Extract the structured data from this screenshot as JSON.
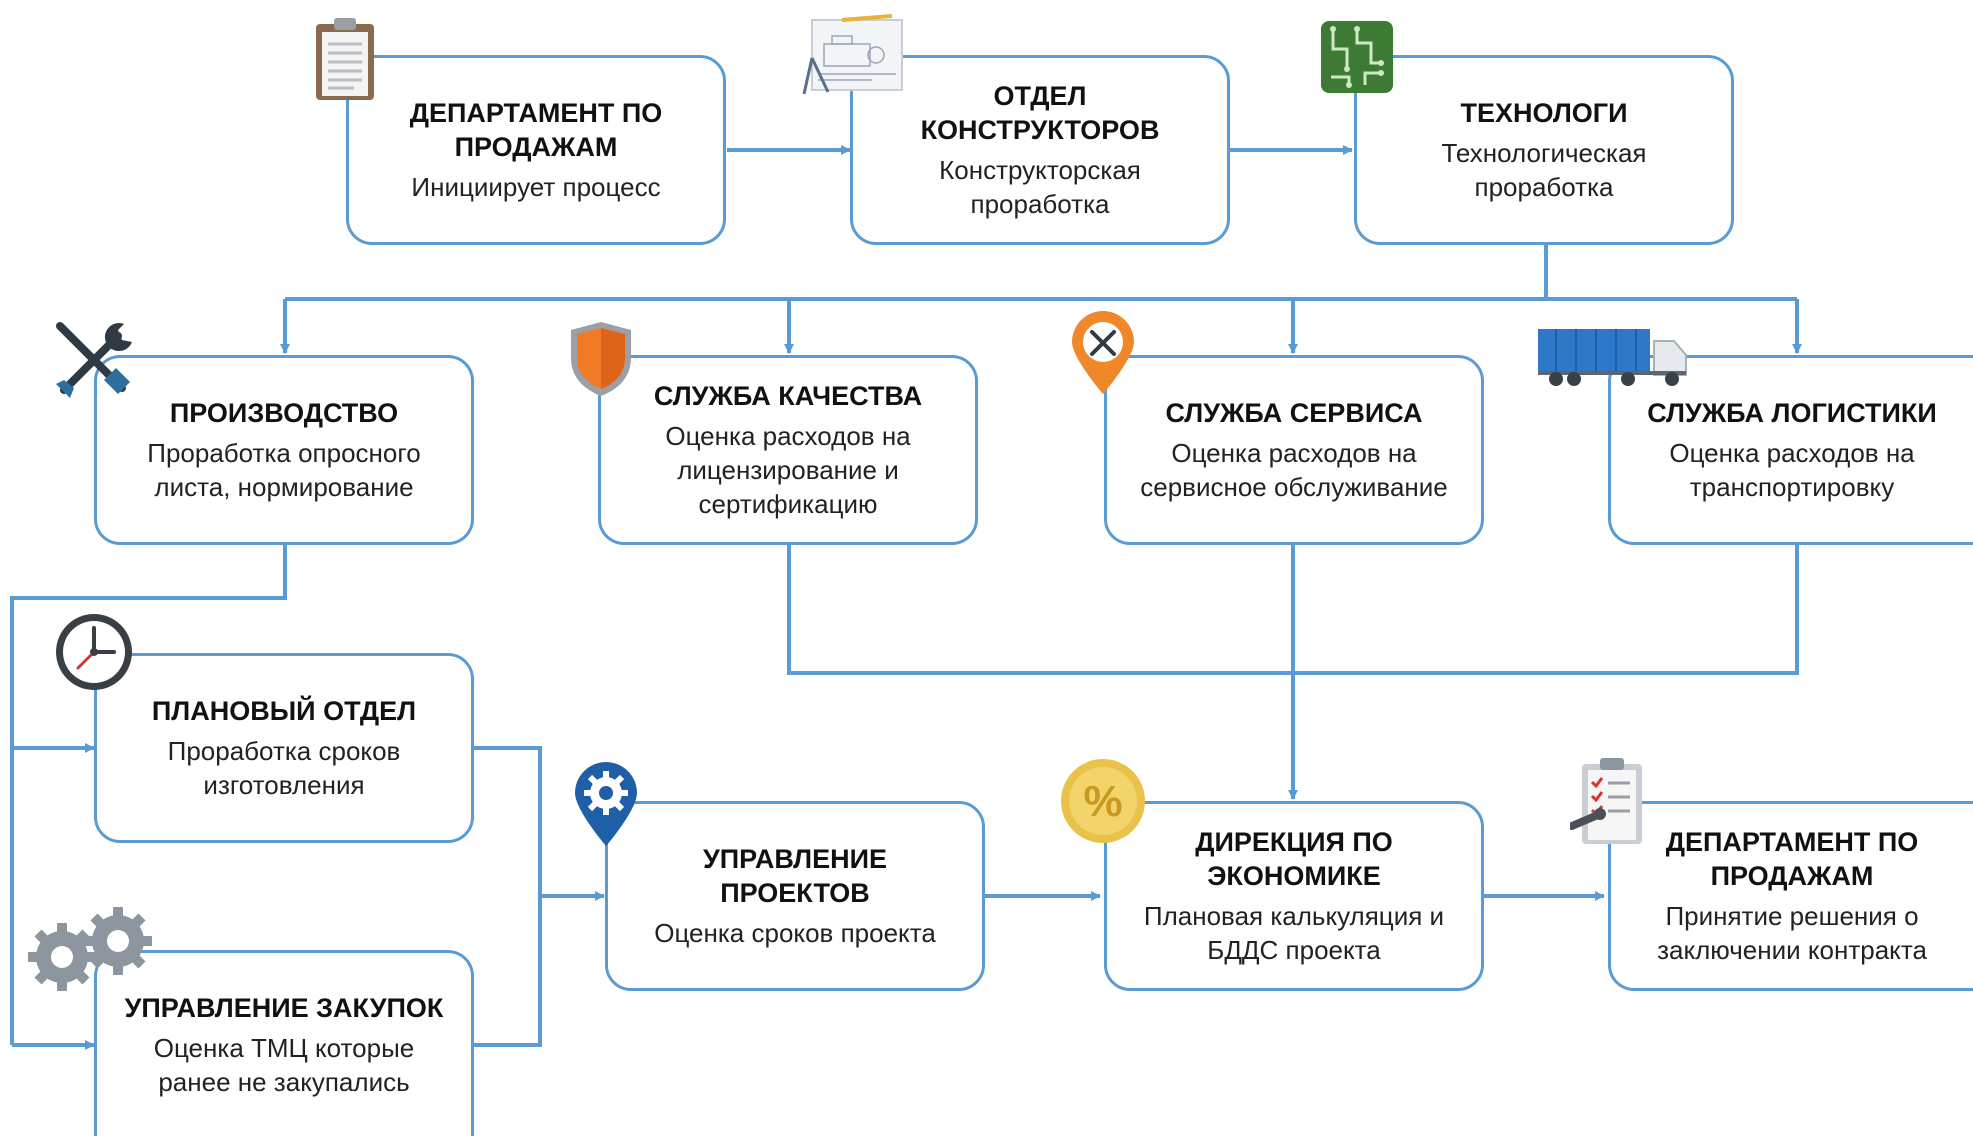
{
  "colors": {
    "connector": "#5b9bd5",
    "box_border": "#5b9bd5",
    "text": "#111111"
  },
  "nodes": {
    "sales_start": {
      "title": "ДЕПАРТАМЕНТ ПО ПРОДАЖАМ",
      "desc": "Инициирует процесс",
      "icon": "clipboard-icon"
    },
    "design": {
      "title": "ОТДЕЛ КОНСТРУКТОРОВ",
      "desc": "Конструкторская проработка",
      "icon": "blueprint-icon"
    },
    "technologists": {
      "title": "ТЕХНОЛОГИ",
      "desc": "Технологическая проработка",
      "icon": "circuit-board-icon"
    },
    "production": {
      "title": "ПРОИЗВОДСТВО",
      "desc": "Проработка опросного листа, нормирование",
      "icon": "wrench-screwdriver-icon"
    },
    "quality": {
      "title": "СЛУЖБА КАЧЕСТВА",
      "desc": "Оценка расходов на лицензирование и сертификацию",
      "icon": "shield-icon"
    },
    "service": {
      "title": "СЛУЖБА СЕРВИСА",
      "desc": "Оценка расходов на сервисное обслуживание",
      "icon": "service-pin-icon"
    },
    "logistics": {
      "title": "СЛУЖБА ЛОГИСТИКИ",
      "desc": "Оценка расходов на транспортировку",
      "icon": "truck-icon"
    },
    "planning": {
      "title": "ПЛАНОВЫЙ ОТДЕЛ",
      "desc": "Проработка сроков изготовления",
      "icon": "clock-icon"
    },
    "procurement": {
      "title": "УПРАВЛЕНИЕ ЗАКУПОК",
      "desc": "Оценка ТМЦ которые ранее не закупались",
      "icon": "gears-icon"
    },
    "projects": {
      "title": "УПРАВЛЕНИЕ ПРОЕКТОВ",
      "desc": "Оценка сроков проекта",
      "icon": "gear-pin-icon"
    },
    "economics": {
      "title": "ДИРЕКЦИЯ ПО ЭКОНОМИКЕ",
      "desc": "Плановая калькуляция и БДДС проекта",
      "icon": "percent-coin-icon"
    },
    "sales_end": {
      "title": "ДЕПАРТАМЕНТ ПО ПРОДАЖАМ",
      "desc": "Принятие решения о заключении контракта",
      "icon": "checklist-icon"
    }
  }
}
